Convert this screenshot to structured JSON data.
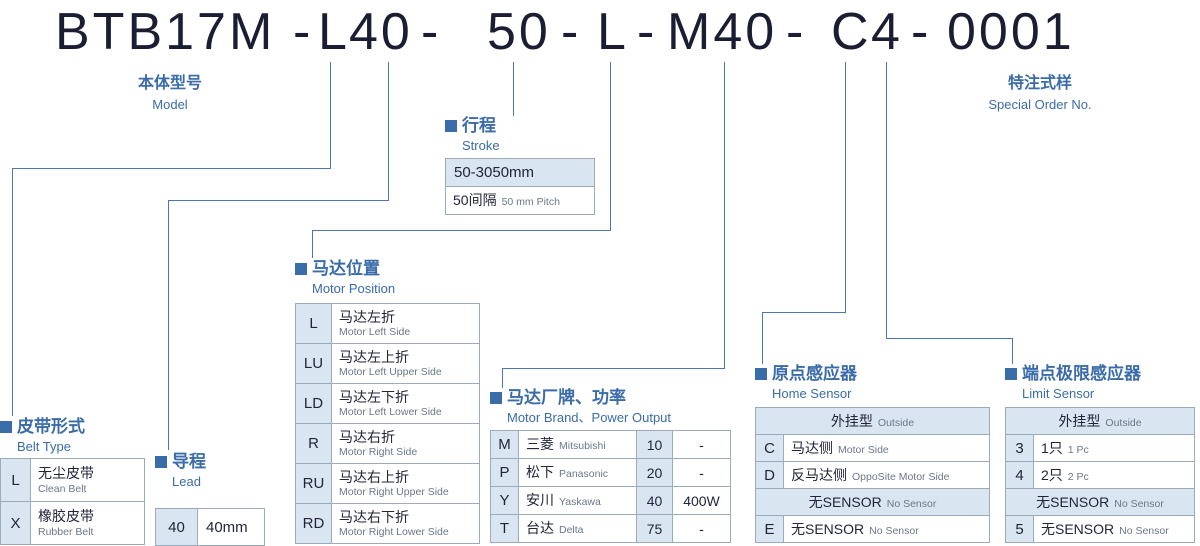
{
  "title": {
    "segments": [
      "BTB17M",
      "-",
      "L",
      "40",
      "-",
      "50",
      "-",
      "L",
      "-",
      "M40",
      "-",
      "C",
      "4",
      "-",
      "0001"
    ]
  },
  "model_label": {
    "zh": "本体型号",
    "en": "Model"
  },
  "special_label": {
    "zh": "特注式样",
    "en": "Special Order No."
  },
  "stroke": {
    "zh": "行程",
    "en": "Stroke",
    "range": "50-3050mm",
    "pitch_zh": "50间隔",
    "pitch_en": "50 mm Pitch"
  },
  "belt_type": {
    "zh": "皮带形式",
    "en": "Belt Type",
    "rows": [
      {
        "code": "L",
        "zh": "无尘皮带",
        "en": "Clean Belt"
      },
      {
        "code": "X",
        "zh": "橡胶皮带",
        "en": "Rubber Belt"
      }
    ]
  },
  "lead": {
    "zh": "导程",
    "en": "Lead",
    "rows": [
      {
        "code": "40",
        "value": "40mm"
      }
    ]
  },
  "motor_position": {
    "zh": "马达位置",
    "en": "Motor Position",
    "rows": [
      {
        "code": "L",
        "zh": "马达左折",
        "en": "Motor Left Side"
      },
      {
        "code": "LU",
        "zh": "马达左上折",
        "en": "Motor Left Upper Side"
      },
      {
        "code": "LD",
        "zh": "马达左下折",
        "en": "Motor Left Lower Side"
      },
      {
        "code": "R",
        "zh": "马达右折",
        "en": "Motor Right Side"
      },
      {
        "code": "RU",
        "zh": "马达右上折",
        "en": "Motor Right Upper Side"
      },
      {
        "code": "RD",
        "zh": "马达右下折",
        "en": "Motor Right Lower Side"
      }
    ]
  },
  "motor_brand": {
    "zh": "马达厂牌、功率",
    "en": "Motor Brand、Power Output",
    "rows": [
      {
        "code": "M",
        "brand_zh": "三菱",
        "brand_en": "Mitsubishi",
        "power_code": "10",
        "power": "-"
      },
      {
        "code": "P",
        "brand_zh": "松下",
        "brand_en": "Panasonic",
        "power_code": "20",
        "power": "-"
      },
      {
        "code": "Y",
        "brand_zh": "安川",
        "brand_en": "Yaskawa",
        "power_code": "40",
        "power": "400W"
      },
      {
        "code": "T",
        "brand_zh": "台达",
        "brand_en": "Delta",
        "power_code": "75",
        "power": "-"
      }
    ]
  },
  "home_sensor": {
    "zh": "原点感应器",
    "en": "Home Sensor",
    "group_outside": {
      "zh": "外挂型",
      "en": "Outside"
    },
    "outside_rows": [
      {
        "code": "C",
        "zh": "马达侧",
        "en": "Motor Side"
      },
      {
        "code": "D",
        "zh": "反马达侧",
        "en": "OppoSite Motor Side"
      }
    ],
    "group_none": {
      "zh": "无SENSOR",
      "en": "No Sensor"
    },
    "none_rows": [
      {
        "code": "E",
        "zh": "无SENSOR",
        "en": "No Sensor"
      }
    ]
  },
  "limit_sensor": {
    "zh": "端点极限感应器",
    "en": "Limit Sensor",
    "group_outside": {
      "zh": "外挂型",
      "en": "Outside"
    },
    "outside_rows": [
      {
        "code": "3",
        "zh": "1只",
        "en": "1 Pc"
      },
      {
        "code": "4",
        "zh": "2只",
        "en": "2 Pc"
      }
    ],
    "group_none": {
      "zh": "无SENSOR",
      "en": "No Sensor"
    },
    "none_rows": [
      {
        "code": "5",
        "zh": "无SENSOR",
        "en": "No Sensor"
      }
    ]
  },
  "colors": {
    "accent_blue": "#3a6ca9",
    "cell_background": "#d9e6f2",
    "leader_line": "#4a76ad",
    "title_text": "#1b1e33"
  }
}
